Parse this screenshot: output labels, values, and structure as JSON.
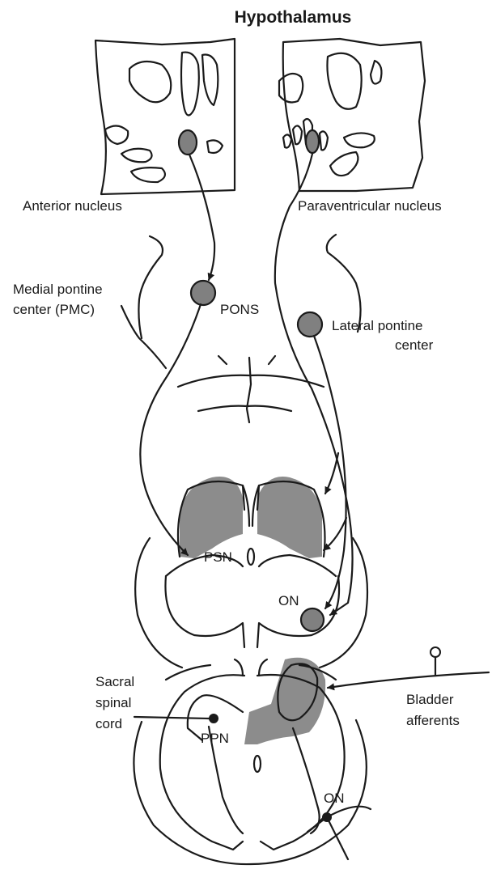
{
  "title": "Hypothalamus",
  "labels": {
    "anterior_nucleus": "Anterior nucleus",
    "paraventricular_nucleus": "Paraventricular nucleus",
    "medial_pontine_line1": "Medial pontine",
    "medial_pontine_line2": "center (PMC)",
    "pons": "PONS",
    "lateral_pontine_line1": "Lateral pontine",
    "lateral_pontine_line2": "center",
    "psn": "PSN",
    "on_upper": "ON",
    "sacral_line1": "Sacral",
    "sacral_line2": "spinal",
    "sacral_line3": "cord",
    "bladder_line1": "Bladder",
    "bladder_line2": "afferents",
    "ppn": "PPN",
    "on_lower": "ON"
  },
  "colors": {
    "line": "#1a1a1a",
    "nucleus": "#808080",
    "grey_matter": "#8c8c8c"
  }
}
